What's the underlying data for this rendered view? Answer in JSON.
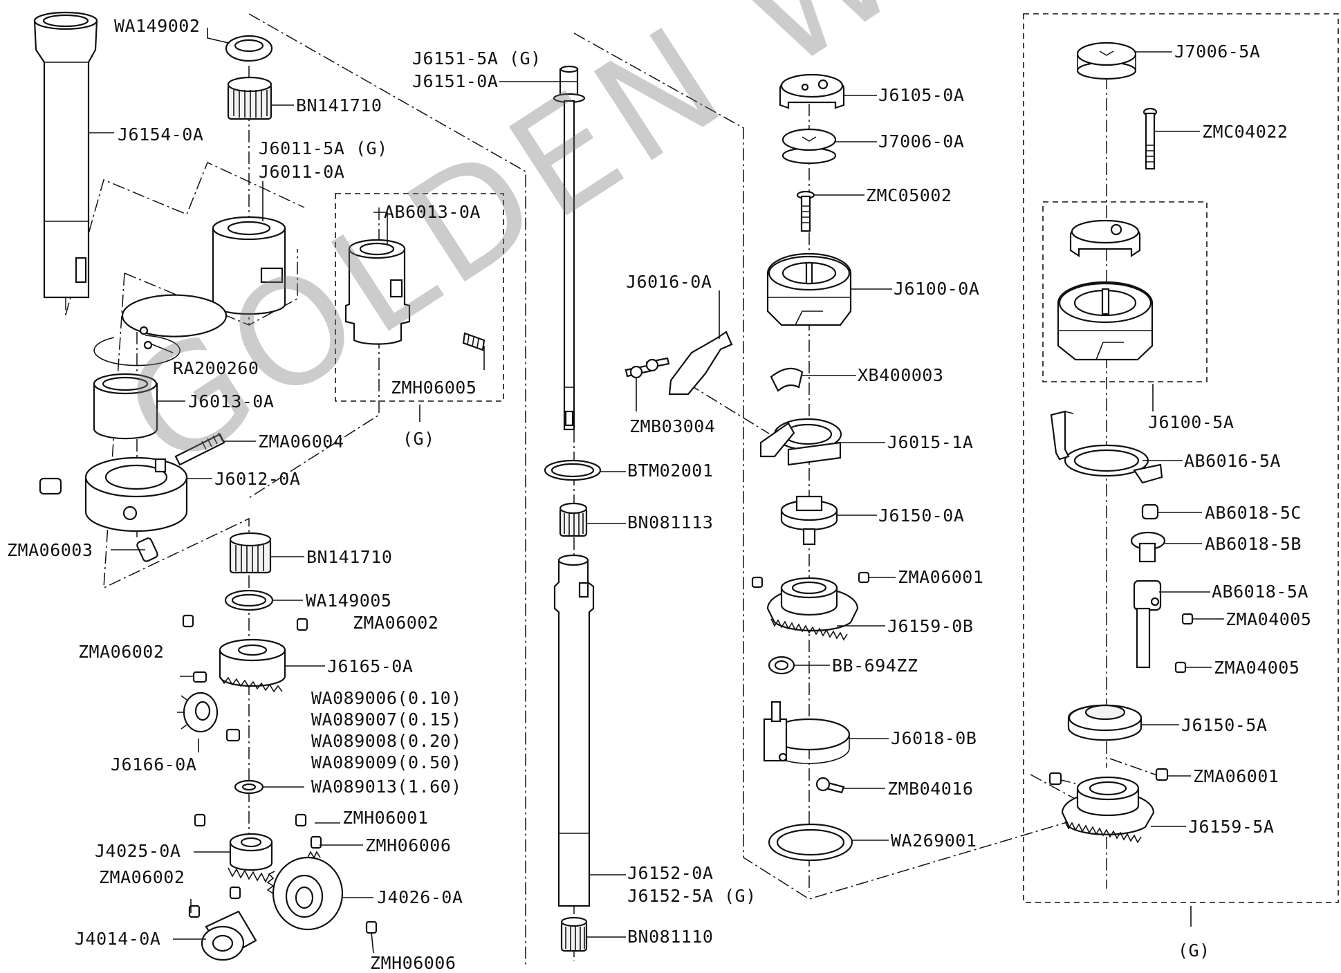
{
  "watermark": "GOLDEN WHEEL",
  "labels": {
    "WA149002": "WA149002",
    "J6154_0A": "J6154-0A",
    "BN141710_top": "BN141710",
    "J6011_5A": "J6011-5A (G)",
    "J6011_0A": "J6011-0A",
    "AB6013_0A": "AB6013-0A",
    "ZMH06005": "ZMH06005",
    "G_left": "(G)",
    "RA200260": "RA200260",
    "J6013_0A": "J6013-0A",
    "ZMA06004": "ZMA06004",
    "J6012_0A": "J6012-0A",
    "ZMA06003": "ZMA06003",
    "BN141710_mid": "BN141710",
    "WA149005": "WA149005",
    "ZMA06002_a": "ZMA06002",
    "ZMA06002_b": "ZMA06002",
    "J6165_0A": "J6165-0A",
    "WA089006": "WA089006(0.10)",
    "WA089007": "WA089007(0.15)",
    "WA089008": "WA089008(0.20)",
    "WA089009": "WA089009(0.50)",
    "WA089013": "WA089013(1.60)",
    "J6166_0A": "J6166-0A",
    "ZMH06001": "ZMH06001",
    "J4025_0A": "J4025-0A",
    "ZMH06006_a": "ZMH06006",
    "ZMA06002_c": "ZMA06002",
    "J4026_0A": "J4026-0A",
    "J4014_0A": "J4014-0A",
    "ZMH06006_b": "ZMH06006",
    "J6151_5A": "J6151-5A (G)",
    "J6151_0A": "J6151-0A",
    "J6016_0A": "J6016-0A",
    "ZMB03004": "ZMB03004",
    "BTM02001": "BTM02001",
    "BN081113": "BN081113",
    "J6152_0A": "J6152-0A",
    "J6152_5A": "J6152-5A (G)",
    "BN081110": "BN081110",
    "J6105_0A": "J6105-0A",
    "J7006_0A": "J7006-0A",
    "ZMC05002": "ZMC05002",
    "J6100_0A": "J6100-0A",
    "XB400003": "XB400003",
    "J6015_1A": "J6015-1A",
    "J6150_0A": "J6150-0A",
    "ZMA06001_a": "ZMA06001",
    "J6159_0B": "J6159-0B",
    "BB_694ZZ": "BB-694ZZ",
    "J6018_0B": "J6018-0B",
    "ZMB04016": "ZMB04016",
    "WA269001": "WA269001",
    "J7006_5A": "J7006-5A",
    "ZMC04022": "ZMC04022",
    "J6100_5A": "J6100-5A",
    "AB6016_5A": "AB6016-5A",
    "AB6018_5C": "AB6018-5C",
    "AB6018_5B": "AB6018-5B",
    "AB6018_5A": "AB6018-5A",
    "ZMA04005_a": "ZMA04005",
    "ZMA04005_b": "ZMA04005",
    "J6150_5A": "J6150-5A",
    "ZMA06001_b": "ZMA06001",
    "J6159_5A": "J6159-5A",
    "G_right": "(G)"
  }
}
